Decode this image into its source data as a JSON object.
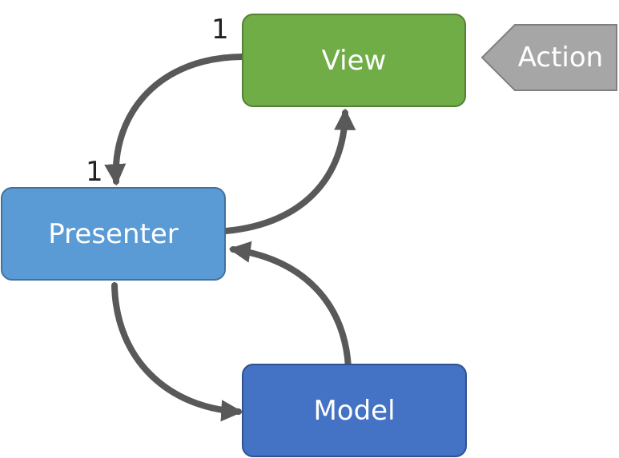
{
  "nodes": {
    "view": {
      "label": "View",
      "color": "#70ad47"
    },
    "presenter": {
      "label": "Presenter",
      "color": "#5b9bd5"
    },
    "model": {
      "label": "Model",
      "color": "#4472c4"
    }
  },
  "action": {
    "label": "Action",
    "color": "#a6a6a6"
  },
  "multiplicity": {
    "view_end": "1",
    "presenter_end": "1"
  },
  "connectors": [
    {
      "from": "View",
      "to": "Presenter"
    },
    {
      "from": "Presenter",
      "to": "View"
    },
    {
      "from": "Presenter",
      "to": "Model"
    },
    {
      "from": "Model",
      "to": "Presenter"
    }
  ],
  "arrow_color": "#595959"
}
